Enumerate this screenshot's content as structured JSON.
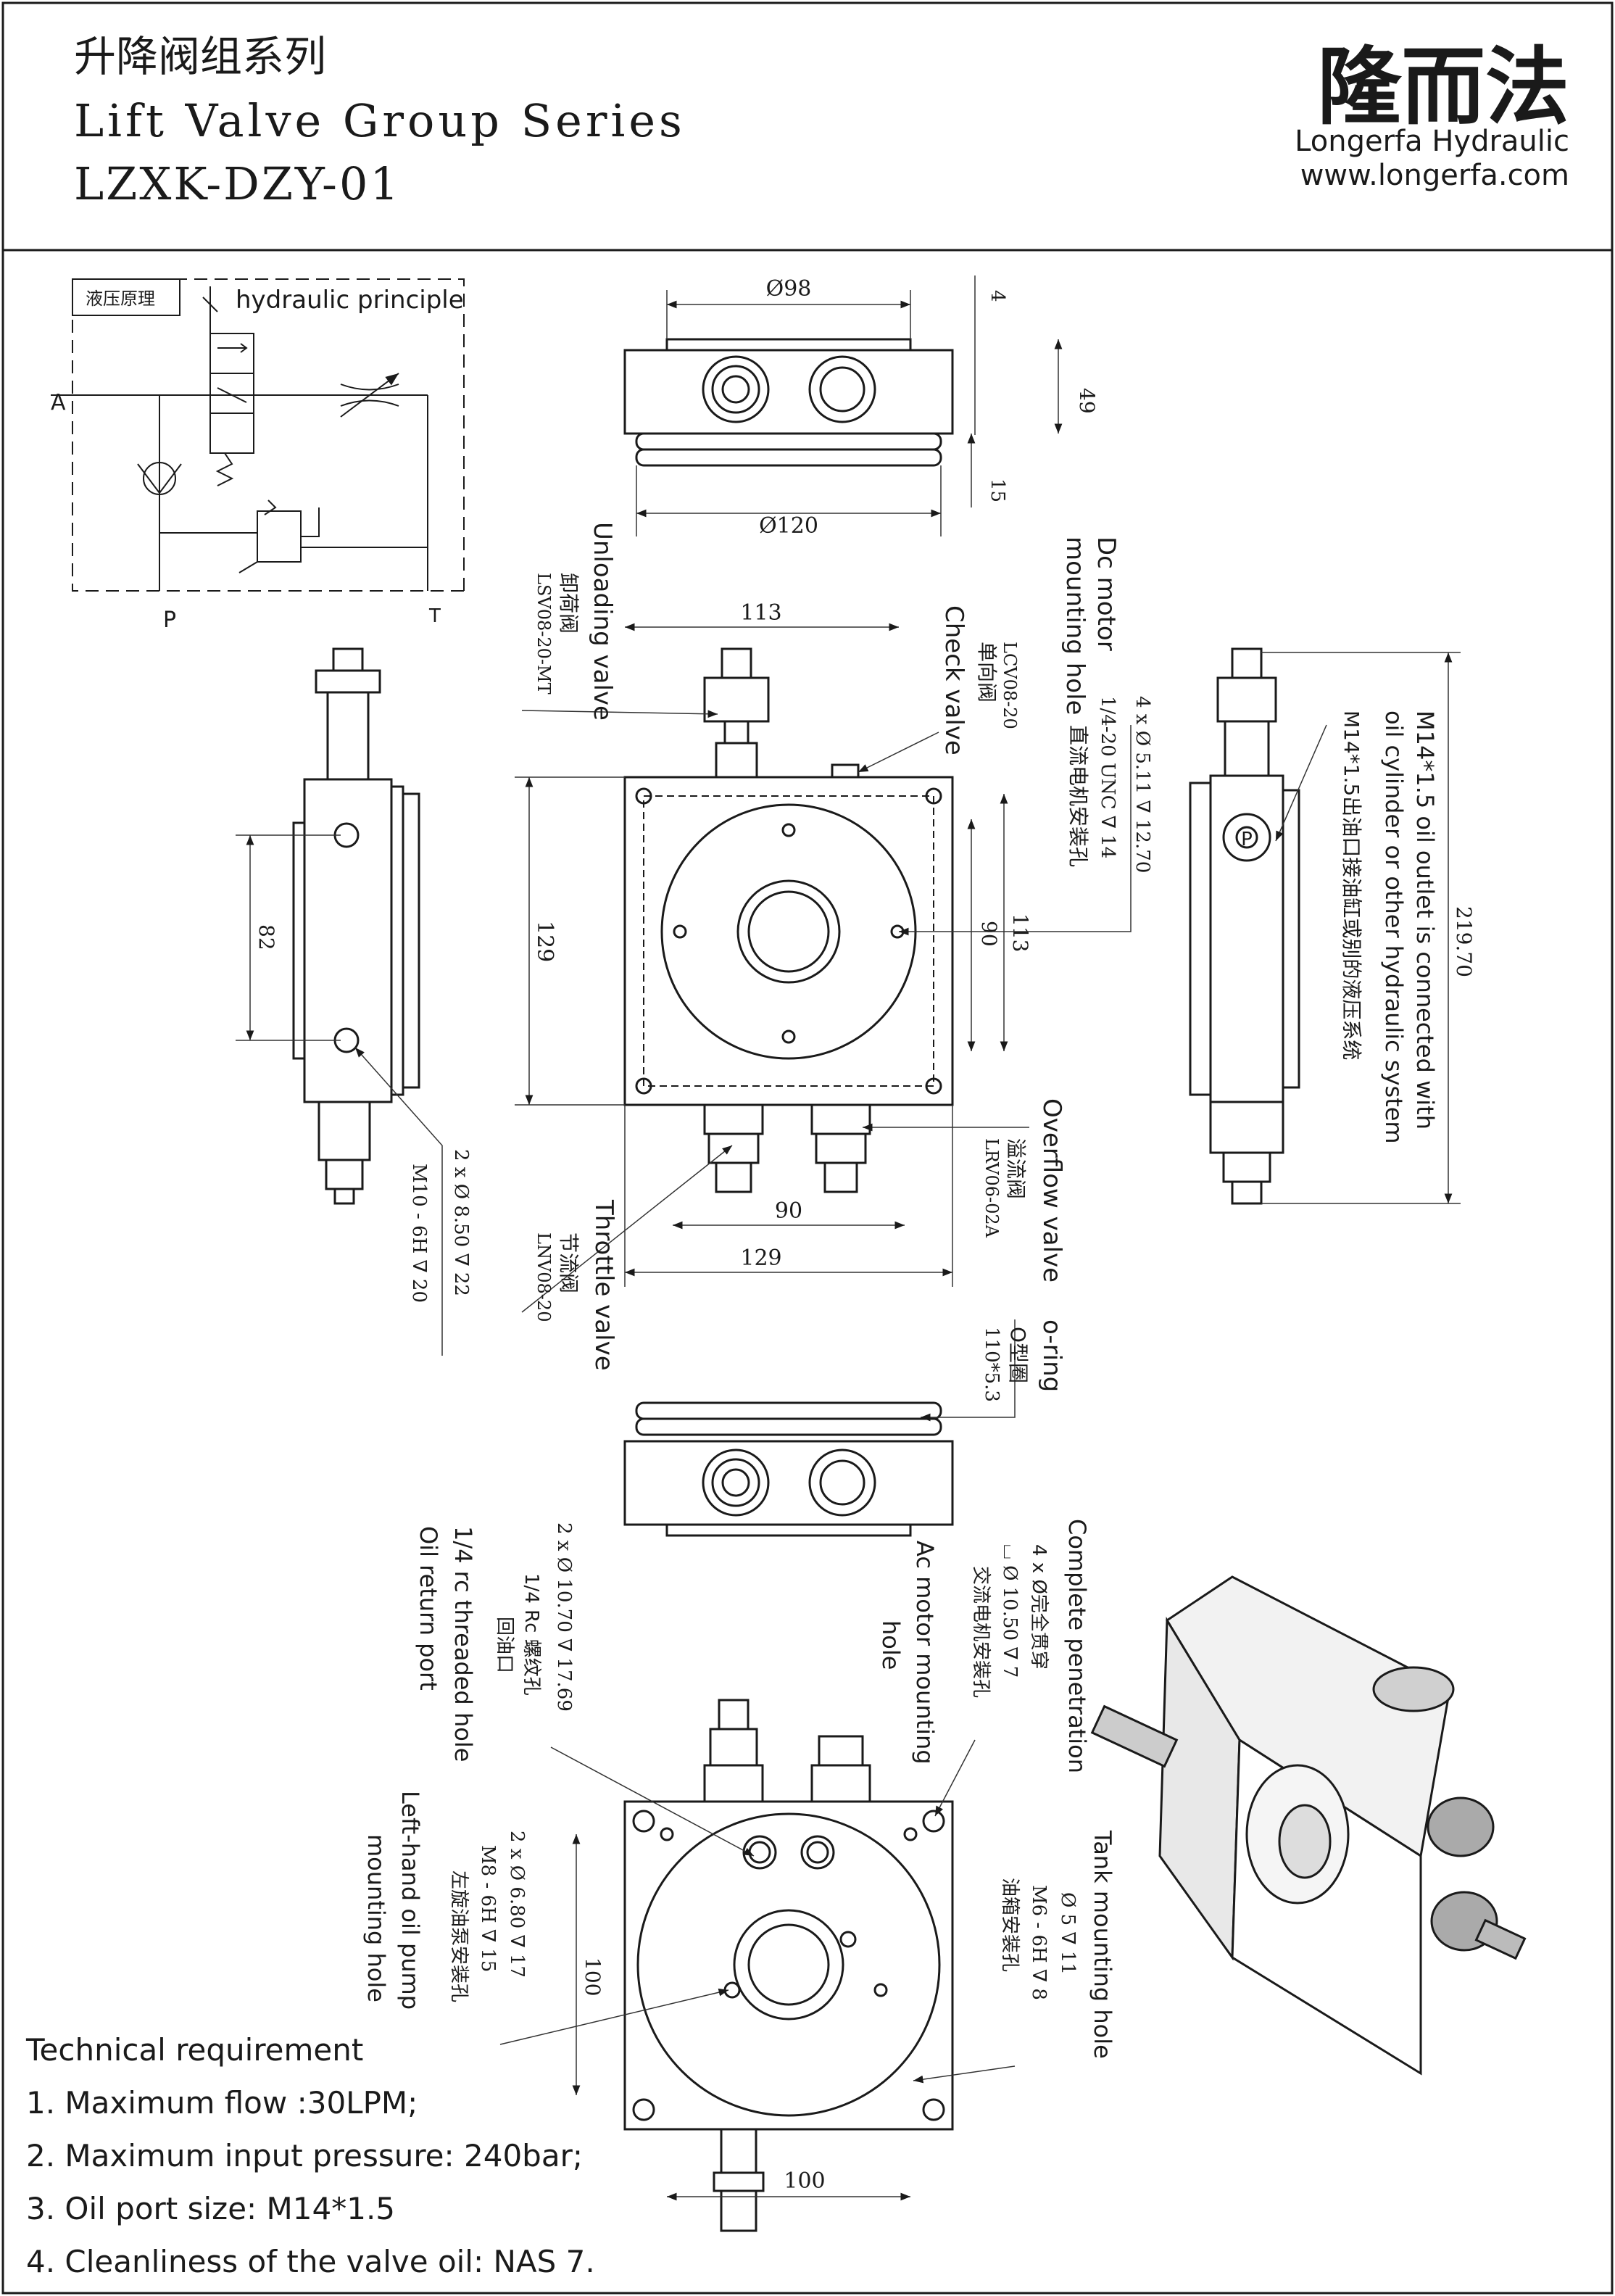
{
  "header": {
    "title_cn": "升降阀组系列",
    "title_en": "Lift Valve Group Series",
    "model": "LZXK-DZY-01",
    "brand_cn": "隆而法",
    "brand_en": "Longerfa Hydraulic",
    "website": "www.longerfa.com"
  },
  "schematic": {
    "label_cn": "液压原理",
    "label_en": "hydraulic principle",
    "port_a": "A",
    "port_p": "P",
    "port_t": "T"
  },
  "dims": {
    "d98": "Ø98",
    "d120": "Ø120",
    "h4": "4",
    "h49": "49",
    "h15": "15",
    "w113": "113",
    "h129": "129",
    "h90": "90",
    "h113": "113",
    "w90": "90",
    "w129": "129",
    "h82": "82",
    "h219": "219.70",
    "w100": "100",
    "h100": "100"
  },
  "callouts": {
    "unloading_en": "Unloading valve",
    "unloading_cn": "卸荷阀",
    "unloading_code": "LSV08-20-MT",
    "check_en": "Check valve",
    "check_cn": "单向阀",
    "check_code": "LCV08-20",
    "dcmotor_en1": "Dc motor",
    "dcmotor_en2": "mounting hole",
    "dcmotor_spec": "4 x Ø 5.11 ∇ 12.70",
    "dcmotor_thread": "1/4-20 UNC ∇ 14",
    "dcmotor_cn": "直流电机安装孔",
    "outlet_en1": "M14*1.5 oil outlet is connected with",
    "outlet_en2": "oil cylinder or other hydraulic system",
    "outlet_cn": "M14*1.5出油口接油缸或别的液压系统",
    "side_hole1": "2 x Ø 8.50 ∇ 22",
    "side_hole2": "M10 - 6H ∇ 20",
    "throttle_en": "Throttle valve",
    "throttle_cn": "节流阀",
    "throttle_code": "LNV08-20",
    "overflow_en": "Overflow valve",
    "overflow_cn": "溢流阀",
    "overflow_code": "LRV06-02A",
    "oring_en": "o-ring",
    "oring_cn": "O型圈",
    "oring_spec": "110*5.3",
    "return_en1": "1/4 rc threaded hole",
    "return_en2": "Oil return port",
    "return_spec": "2 x Ø 10.70 ∇ 17.69",
    "return_thread": "1/4 Rc 螺纹孔",
    "return_cn": "回油口",
    "complete_en": "Complete penetration",
    "acmotor_en1": "Ac motor mounting",
    "acmotor_en2": "hole",
    "acmotor_spec1": "4 x Ø完全贯穿",
    "acmotor_spec2": "⌴ Ø 10.50 ∇ 7",
    "acmotor_cn": "交流电机安装孔",
    "pump_en1": "Left-hand oil pump",
    "pump_en2": "mounting hole",
    "pump_spec1": "2 x Ø 6.80 ∇ 17",
    "pump_spec2": "M8 - 6H ∇ 15",
    "pump_cn": "左旋油泵安装孔",
    "tank_en": "Tank mounting hole",
    "tank_spec1": "Ø 5 ∇ 11",
    "tank_spec2": "M6 - 6H ∇ 8",
    "tank_cn": "油箱安装孔",
    "port_p_mark": "P"
  },
  "tech": {
    "title": "Technical requirement",
    "items": [
      "1. Maximum flow :30LPM;",
      "2. Maximum input pressure: 240bar;",
      "3. Oil port size: M14*1.5",
      "4. Cleanliness of the valve oil: NAS 7."
    ]
  }
}
